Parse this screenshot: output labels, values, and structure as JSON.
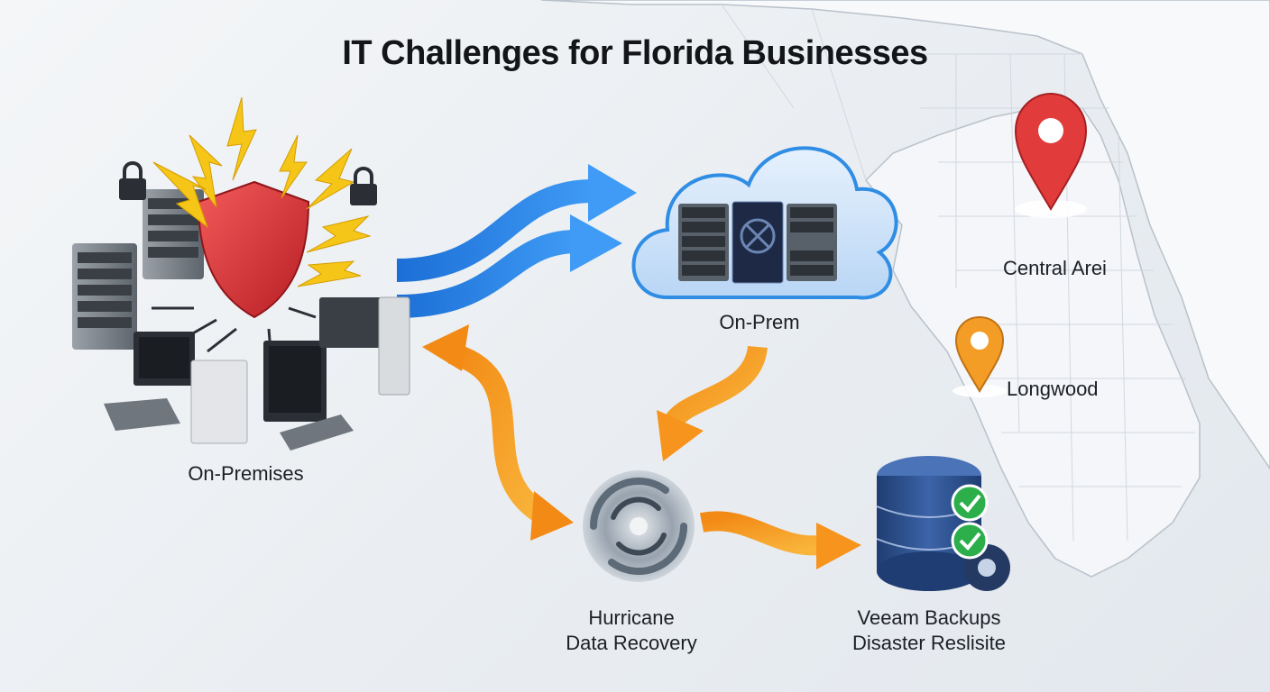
{
  "title": "IT Challenges for Florida Businesses",
  "nodes": {
    "on_premises": "On-Premises",
    "on_prem_cloud": "On-Prem",
    "hurricane_line1": "Hurricane",
    "hurricane_line2": "Data Recovery",
    "veeam_line1": "Veeam Backups",
    "veeam_line2": "Disaster Reslisite",
    "central_area": "Central Arei",
    "longwood": "Longwood"
  },
  "colors": {
    "blue_arrow": "#1f7de0",
    "orange_arrow": "#f7941d",
    "shield": "#e0383b",
    "lightning": "#f5c518",
    "pin_red": "#e23b3b",
    "pin_orange": "#f39c26",
    "database": "#2f4f86",
    "check": "#2cae4a",
    "cloud": "#cfe3f8"
  },
  "icons": [
    "shield-icon",
    "lightning-icon",
    "lock-icon",
    "server-rack-icon",
    "desktop-computer-icon",
    "cloud-icon",
    "hurricane-icon",
    "database-icon",
    "checkmark-icon",
    "map-pin-icon"
  ]
}
